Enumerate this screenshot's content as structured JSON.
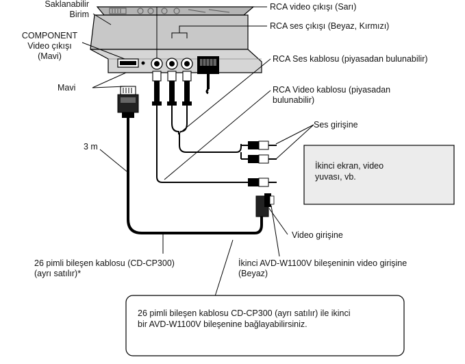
{
  "labels": {
    "unit_line1": "Saklanabilir",
    "unit_line2": "Birim",
    "component_line1": "COMPONENT",
    "component_line2": "Video çıkışı",
    "component_line3": "(Mavi)",
    "mavi": "Mavi",
    "rca_video_out": "RCA video çıkışı (Sarı)",
    "rca_audio_out": "RCA ses çıkışı (Beyaz, Kırmızı)",
    "rca_audio_cable": "RCA Ses kablosu (piyasadan bulunabilir)",
    "rca_video_cable_line1": "RCA Video kablosu (piyasadan",
    "rca_video_cable_line2": "bulunabilir)",
    "audio_input": "Ses girişine",
    "length": "3 m",
    "video_input": "Video girişine",
    "cable26_line1": "26 pimli bileşen kablosu (CD-CP300)",
    "cable26_line2": "(ayrı satılır)*",
    "second_unit_line1": "İkinci AVD-W1100V bileşeninin video girişine",
    "second_unit_line2": "(Beyaz)"
  },
  "display_box": {
    "line1": "İkinci ekran, video",
    "line2": "yuvası, vb."
  },
  "note_box": {
    "line1": "26 pimli bileşen kablosu CD-CP300 (ayrı satılır) ile ikinci",
    "line2": "bir AVD-W1100V bileşenine bağlayabilirsiniz."
  },
  "colors": {
    "unit_fill": "#c8c8c8",
    "display_fill": "#ececec",
    "cable": "#000000",
    "line": "#000000"
  }
}
